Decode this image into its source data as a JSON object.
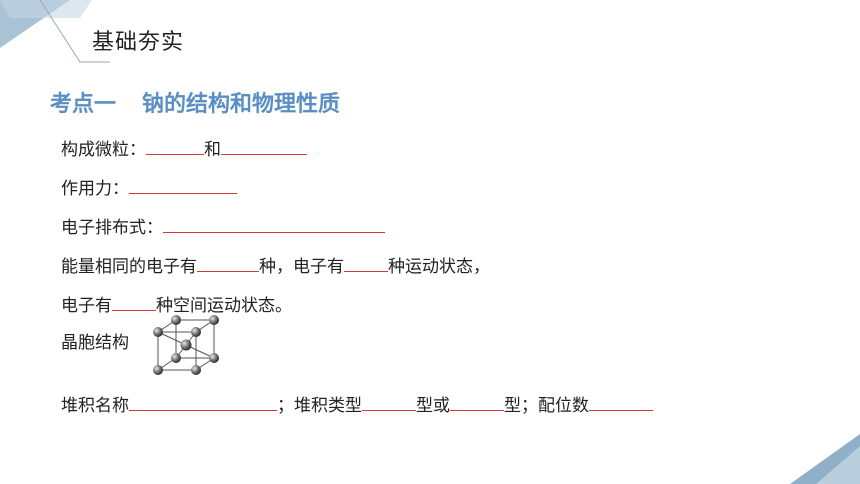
{
  "header": {
    "title": "基础夯实"
  },
  "section": {
    "title_part1": "考点一",
    "title_part2": "钠的结构和物理性质"
  },
  "lines": {
    "particles": {
      "label": "构成微粒：",
      "connector": "和"
    },
    "force": {
      "label": "作用力："
    },
    "electron_config": {
      "label": "电子排布式："
    },
    "energy": {
      "prefix": "能量相同的电子有",
      "mid1": "种，电子有",
      "suffix": "种运动状态，"
    },
    "space": {
      "prefix": "电子有",
      "suffix": "种空间运动状态。"
    },
    "crystal": {
      "label": "晶胞结构"
    },
    "packing": {
      "label": "堆积名称",
      "mid1": "；堆积类型",
      "mid2": "型或",
      "mid3": "型；配位数"
    }
  },
  "colors": {
    "accent": "#5b8fc4",
    "blank_line": "#d23a3a",
    "corner": "#8fb0c8"
  }
}
